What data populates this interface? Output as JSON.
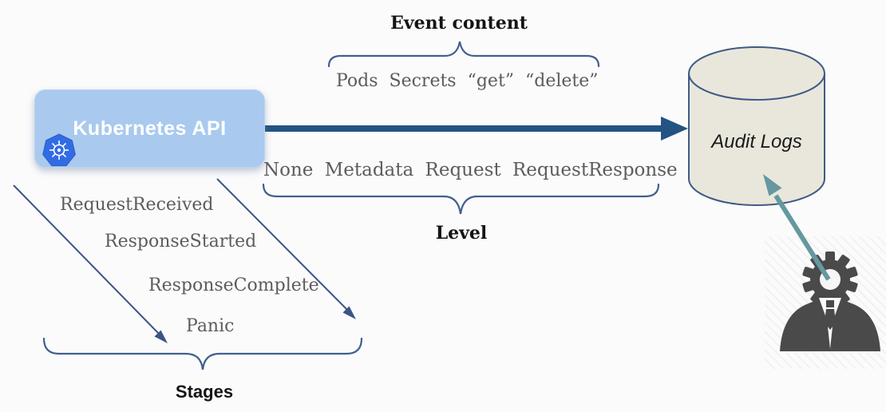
{
  "k8s_box": {
    "label": "Kubernetes API"
  },
  "audit_logs": {
    "label": "Audit Logs"
  },
  "event_content": {
    "title": "Event content",
    "items_text": "Pods Secrets “get” “delete”"
  },
  "level": {
    "title": "Level",
    "items_text": "None Metadata Request RequestResponse"
  },
  "stages": {
    "title": "Stages",
    "items": [
      "RequestReceived",
      "ResponseStarted",
      "ResponseComplete",
      "Panic"
    ]
  },
  "icons": {
    "kubernetes_logo": "blue heptagon with white helm wheel",
    "admin_user": "dark gray person silhouette with gear head"
  },
  "colors": {
    "box_blue": "#a9c9ee",
    "arrow_navy": "#235383",
    "brace_slate": "#41608e",
    "diagonal_arrow": "#3d5386",
    "cylinder_fill": "#e9e7dc",
    "cylinder_stroke": "#3f5a85",
    "teal_arrow": "#65989f",
    "gray_text": "#5c5c5c",
    "k8s_logo_blue": "#326ce5",
    "person_gray": "#4a4a4a"
  }
}
